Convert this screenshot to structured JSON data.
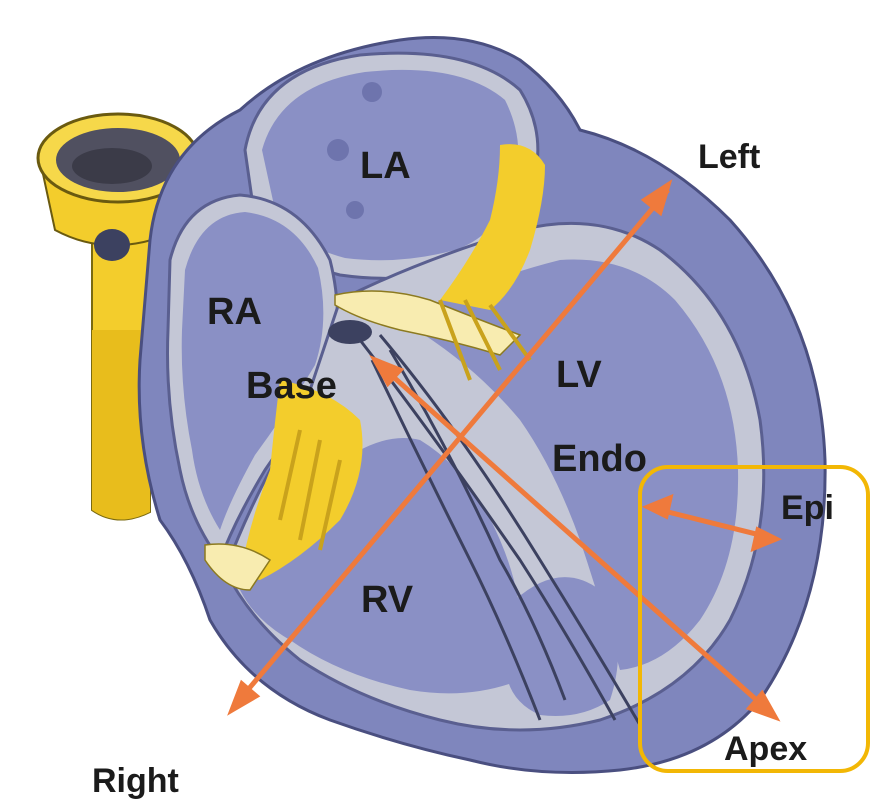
{
  "labels": {
    "la": "LA",
    "ra": "RA",
    "base": "Base",
    "lv": "LV",
    "endo": "Endo",
    "rv": "RV",
    "left": "Left",
    "epi": "Epi",
    "apex": "Apex",
    "right": "Right"
  },
  "colors": {
    "muscle": "#7f86bd",
    "muscle_light": "#9aa0cf",
    "cavity": "#c4c7d6",
    "chamber_fill": "#8a90c5",
    "valve_yellow": "#f3cd2c",
    "valve_pale": "#f8ecb0",
    "arrow": "#ef7a3c",
    "highlight_box": "#f2b705",
    "vessel_inner": "#505060"
  },
  "highlight": {
    "region": "Epi / Apex"
  }
}
